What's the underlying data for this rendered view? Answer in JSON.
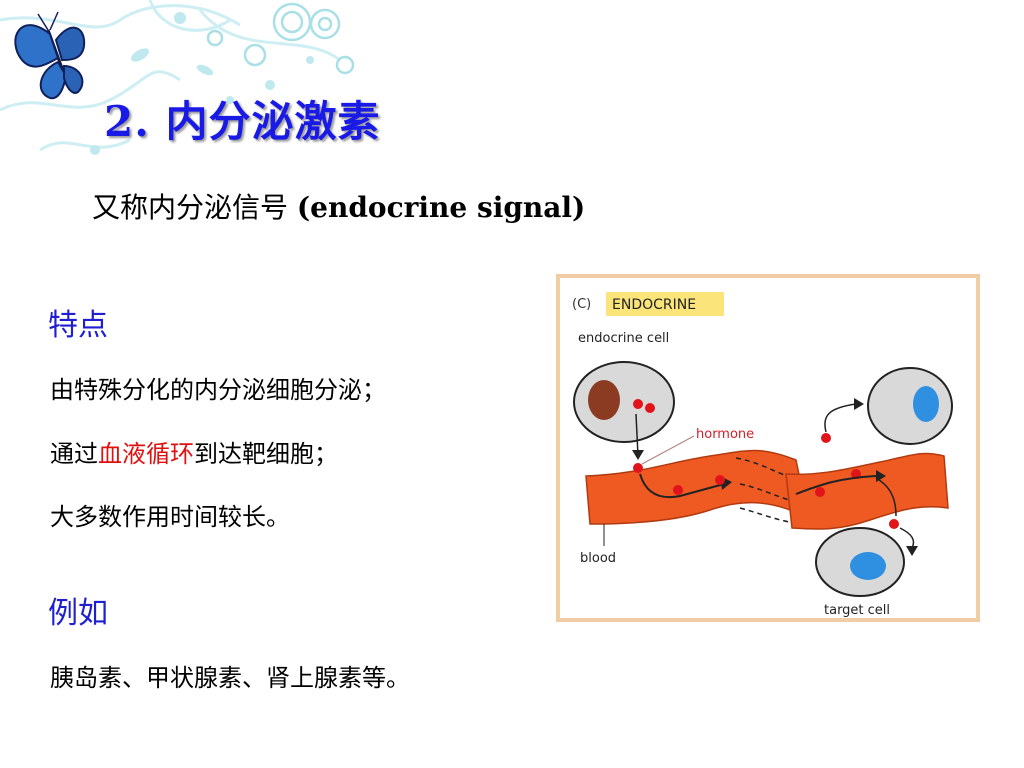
{
  "header": {
    "number": "2.",
    "title": "内分泌激素"
  },
  "subtitle": {
    "chinese": "又称内分泌信号 ",
    "english": "(endocrine signal)"
  },
  "features": {
    "heading": "特点",
    "line1": "由特殊分化的内分泌细胞分泌；",
    "line2_before": "通过",
    "line2_highlight": "血液循环",
    "line2_after": "到达靶细胞；",
    "line3": "大多数作用时间较长。"
  },
  "examples": {
    "heading": "例如",
    "text": "胰岛素、甲状腺素、肾上腺素等。"
  },
  "figure": {
    "panel_letter": "(C)",
    "panel_title": "ENDOCRINE",
    "endocrine_cell_label": "endocrine cell",
    "hormone_label": "hormone",
    "blood_label": "blood",
    "target_cell_label": "target cell"
  },
  "colors": {
    "title_blue": "#1a1ae6",
    "heading_blue": "#1f1fd0",
    "highlight_red": "#e01010",
    "vessel_orange": "#ef5a22",
    "hormone_red": "#e0141a",
    "nucleus_blue": "#2f8fe0",
    "nucleus_brown": "#8a3b22",
    "figure_border": "#f1cda6",
    "tag_yellow": "#fbe57a"
  },
  "decoration": {
    "butterfly": "butterfly-icon",
    "swirls": "floral-swirl-ornament"
  }
}
